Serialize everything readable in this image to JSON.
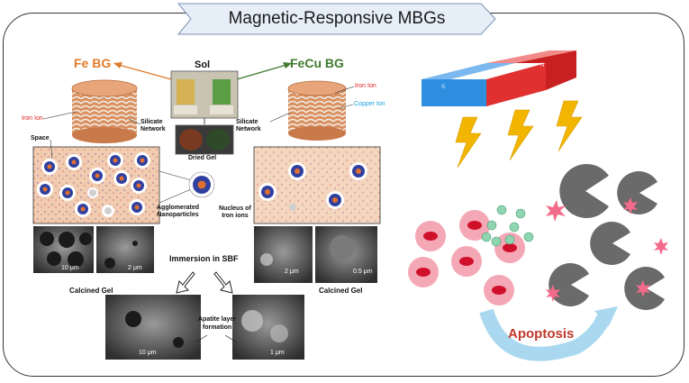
{
  "title": "Magnetic-Responsive MBGs",
  "labels": {
    "sol": "Sol",
    "fe_bg": "Fe BG",
    "fecu_bg": "FeCu BG",
    "iron_ion_left": "Iron Ion",
    "iron_ion_right": "Iron Ion",
    "copper_ion": "Copper Ion",
    "silicate_network_left": "Silicate\nNetwork",
    "silicate_network_right": "Silicate\nNetwork",
    "space": "Space",
    "dried_gel": "Dried Gel",
    "agglomerated": "Agglomerated\nNanoparticles",
    "nucleus": "Nucleus of\nIron ions",
    "calcined_left": "Calcined Gel",
    "calcined_right": "Calcined Gel",
    "immersion": "Immersion in SBF",
    "apatite": "Apatite layer\nformation",
    "apoptosis": "Apoptosis"
  },
  "scale_bars": {
    "sem_left_1": "10 μm",
    "sem_left_2": "2 μm",
    "sem_right_1": "2 μm",
    "sem_right_2": "0.5 μm",
    "sem_bottom_1": "10 μm",
    "sem_bottom_2": "1 μm"
  },
  "magnet_letters": {
    "south": "S",
    "north": "N"
  },
  "colors": {
    "fe_bg": "#e07b2a",
    "fecu_bg": "#3f7a2e",
    "iron_ion": "#e02020",
    "copper_ion": "#1aa0e0",
    "magnet_blue": "#2e8fe0",
    "magnet_red": "#e03030",
    "lightning": "#f2b600",
    "cell": "#f4a7b4",
    "nucleus": "#d0102a",
    "pacman": "#6a6a6a",
    "apoptosis_arrow": "#a9d8f0",
    "apoptosis_text": "#c0392b"
  }
}
